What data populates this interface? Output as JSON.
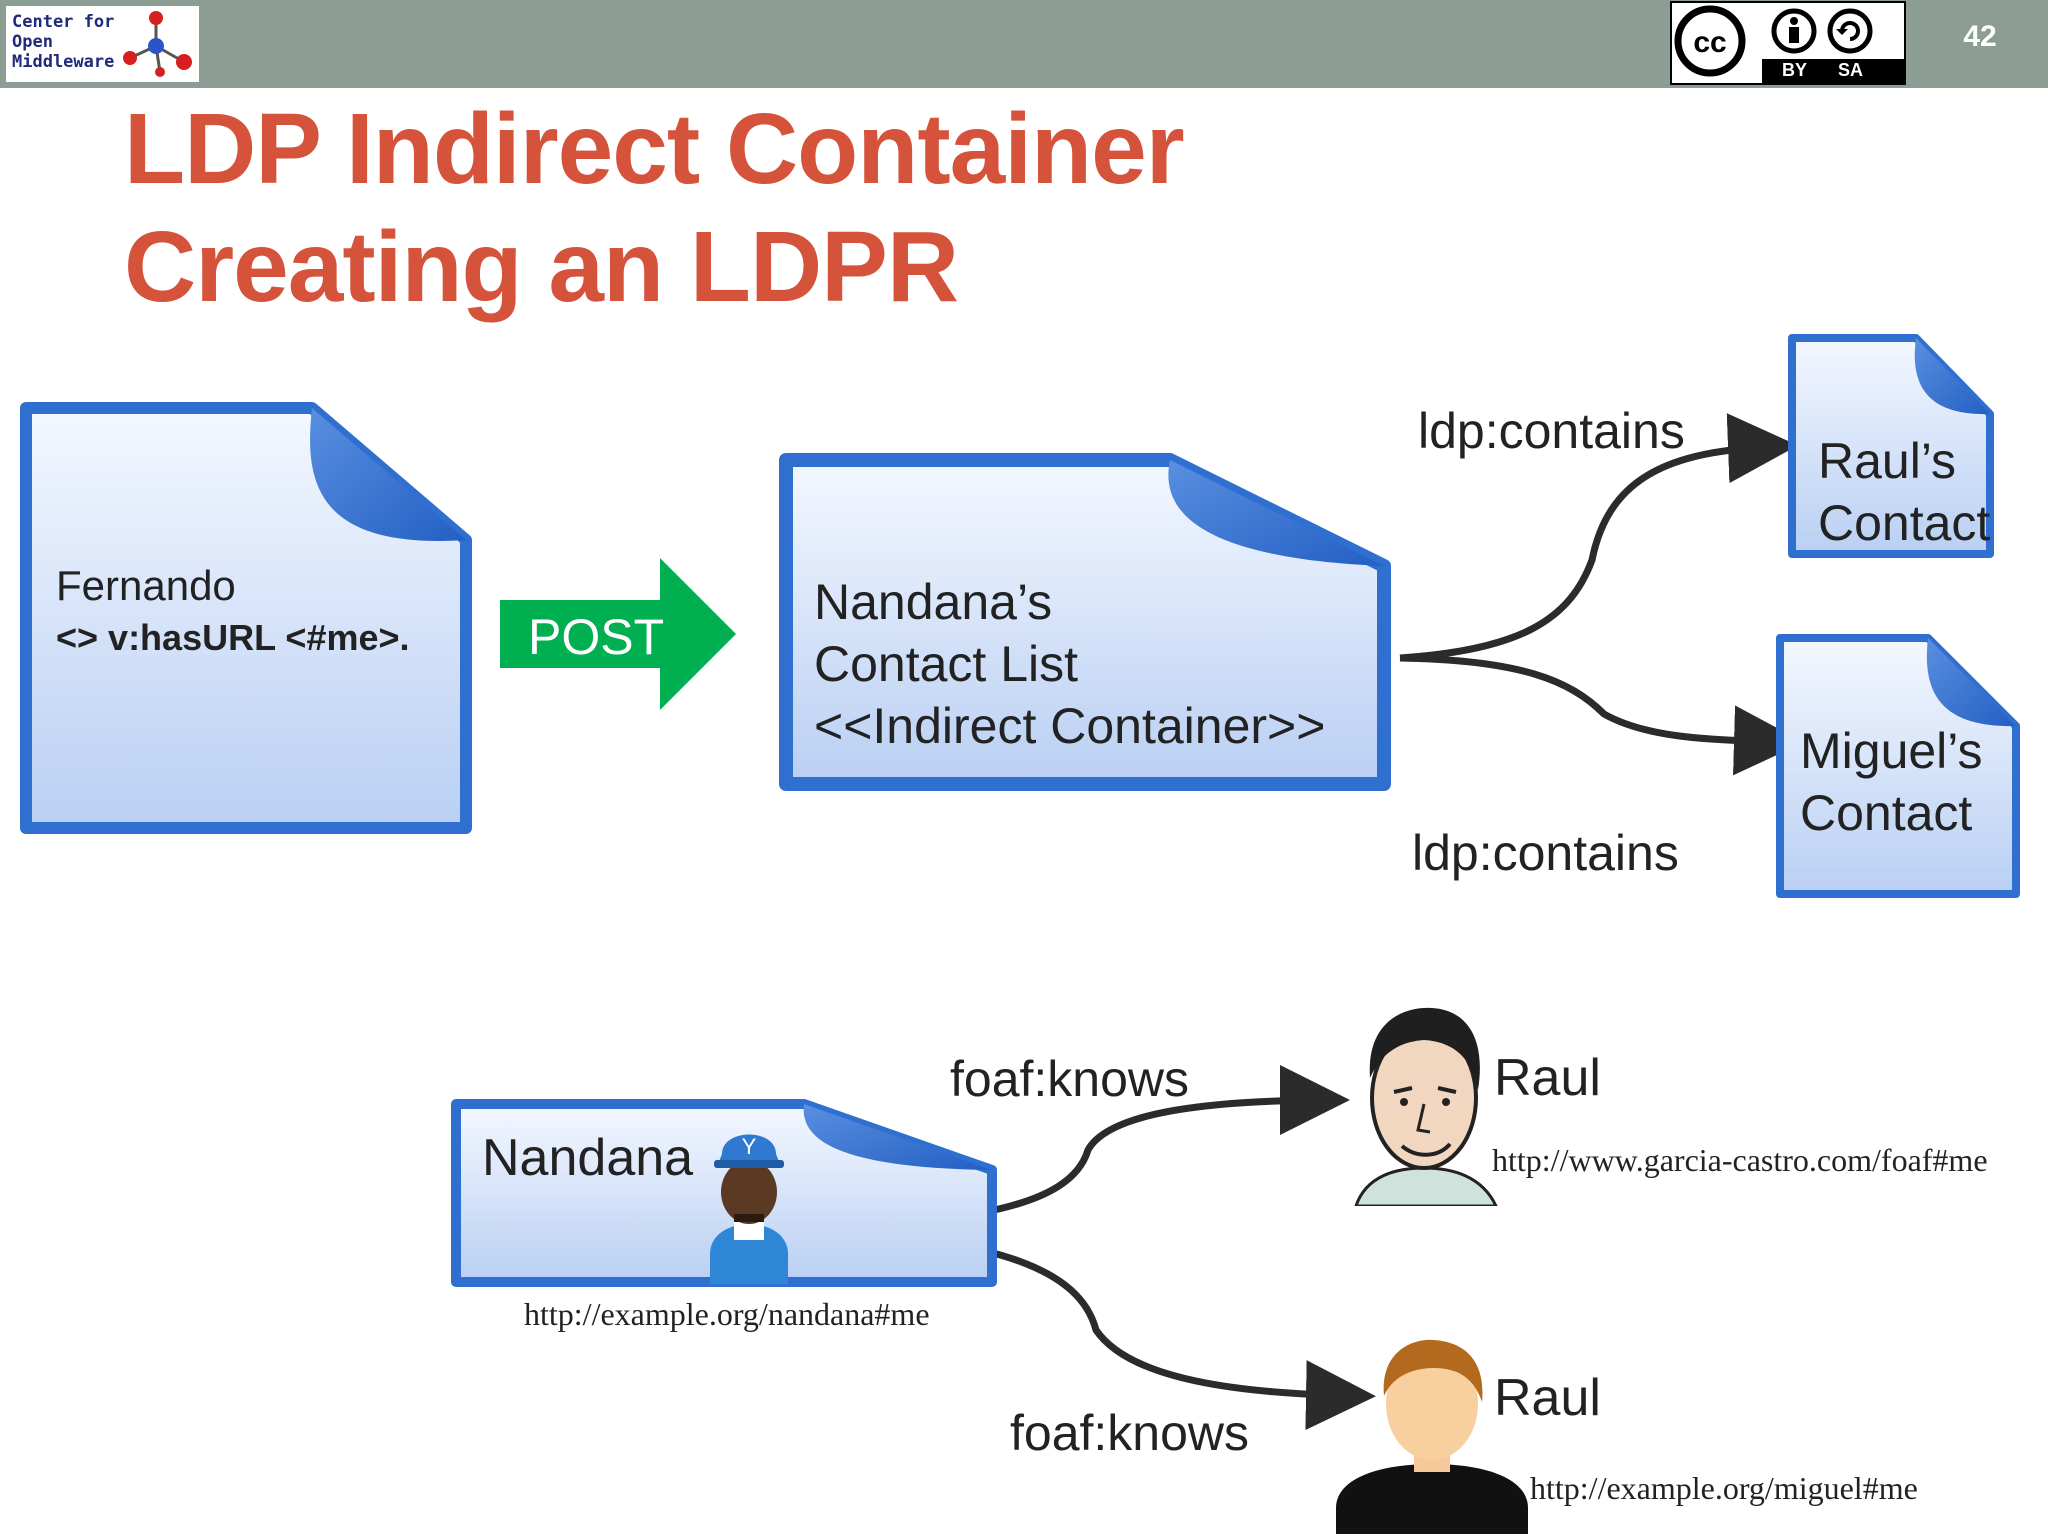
{
  "header": {
    "logo_line1": "Center for",
    "logo_line2": "Open",
    "logo_line3": "Middleware",
    "license_by": "BY",
    "license_sa": "SA",
    "slide_number": "42"
  },
  "title": {
    "line1": "LDP Indirect Container",
    "line2": "Creating an LDPR"
  },
  "top_diagram": {
    "source_doc": {
      "line1": "Fernando",
      "line2": "<> v:hasURL <#me>."
    },
    "action": "POST",
    "container": {
      "line1": "Nandana’s",
      "line2": "Contact List",
      "line3": "<<Indirect Container>>"
    },
    "rel_top": "ldp:contains",
    "rel_bottom": "ldp:contains",
    "child1": {
      "line1": "Raul’s",
      "line2": "Contact"
    },
    "child2": {
      "line1": "Miguel’s",
      "line2": "Contact"
    }
  },
  "bottom_diagram": {
    "subject_label": "Nandana",
    "subject_uri": "http://example.org/nandana#me",
    "rel_top": "foaf:knows",
    "rel_bottom": "foaf:knows",
    "person1": {
      "name": "Raul",
      "uri": "http://www.garcia-castro.com/foaf#me"
    },
    "person2": {
      "name": "Raul",
      "uri": "http://example.org/miguel#me"
    }
  },
  "colors": {
    "title": "#d4533a",
    "topbar": "#8c9e94",
    "doc_border": "#2f6fd0",
    "doc_fill": "#dbe7fb",
    "post_arrow": "#00b050",
    "connector": "#2b2b2b"
  }
}
